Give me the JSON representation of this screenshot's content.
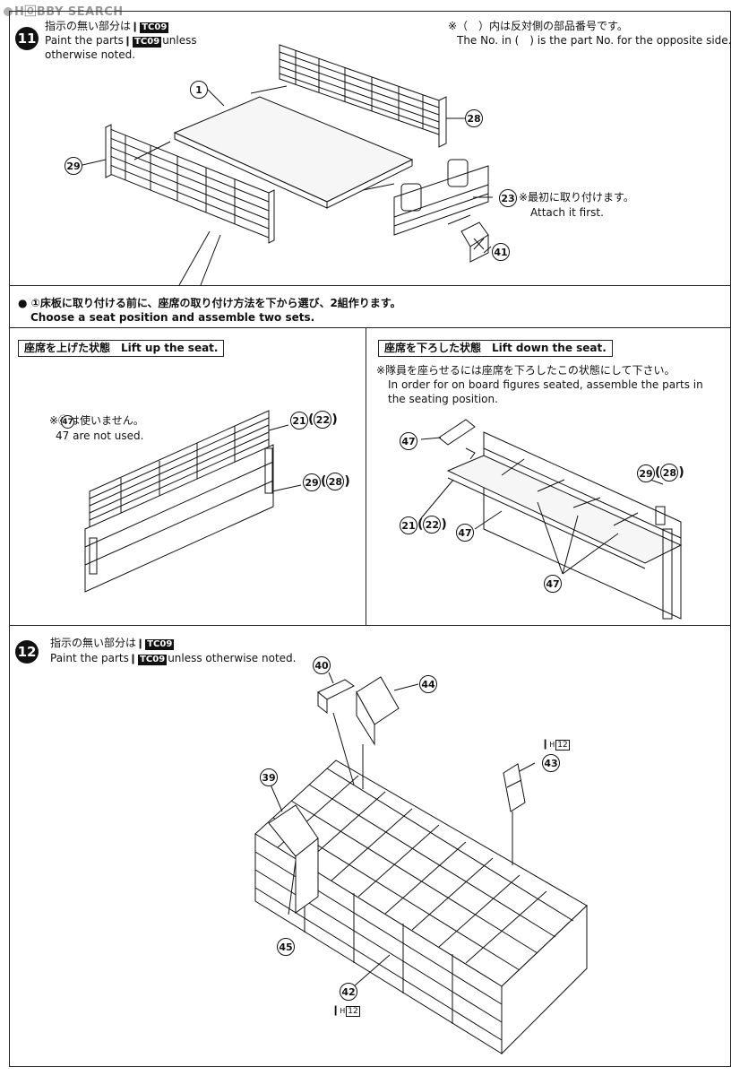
{
  "watermark": "H🄾BBY SEARCH",
  "step11": {
    "number": "11",
    "paint_jp_pre": "指示の無い部分は",
    "paint_en_pre": "Paint the parts",
    "paint_en_post": "unless",
    "paint_en_line2": "otherwise noted.",
    "color_code": "TC09",
    "note_jp": "※（　）内は反対側の部品番号です。",
    "note_en": "The No. in (　) is the part No. for the opposite side.",
    "attach_jp": "※最初に取り付けます。",
    "attach_en": "Attach it first.",
    "parts": [
      "1",
      "28",
      "29",
      "23",
      "41"
    ]
  },
  "seat_section": {
    "instruction_jp": "①床板に取り付ける前に、座席の取り付け方法を下から選び、2組作ります。",
    "instruction_en": "Choose a seat position and assemble two sets.",
    "left_title": "座席を上げた状態　Lift up the seat.",
    "left_note_jp": "※㊼は使いません。",
    "left_note_en": "47 are not used.",
    "left_parts": {
      "a": "21",
      "a_opp": "22",
      "b": "29",
      "b_opp": "28",
      "n": "47"
    },
    "right_title": "座席を下ろした状態　Lift down the seat.",
    "right_note_jp": "※隊員を座らせるには座席を下ろしたこの状態にして下さい。",
    "right_note_en1": "In order for on board figures seated, assemble the parts in",
    "right_note_en2": "the seating position.",
    "right_parts": {
      "p47": "47",
      "a": "21",
      "a_opp": "22",
      "b": "29",
      "b_opp": "28"
    }
  },
  "step12": {
    "number": "12",
    "paint_jp_pre": "指示の無い部分は",
    "paint_en_pre": "Paint the parts",
    "paint_en_post": "unless otherwise noted.",
    "color_code": "TC09",
    "h_code": "12",
    "parts": [
      "40",
      "44",
      "43",
      "39",
      "45",
      "42"
    ]
  }
}
